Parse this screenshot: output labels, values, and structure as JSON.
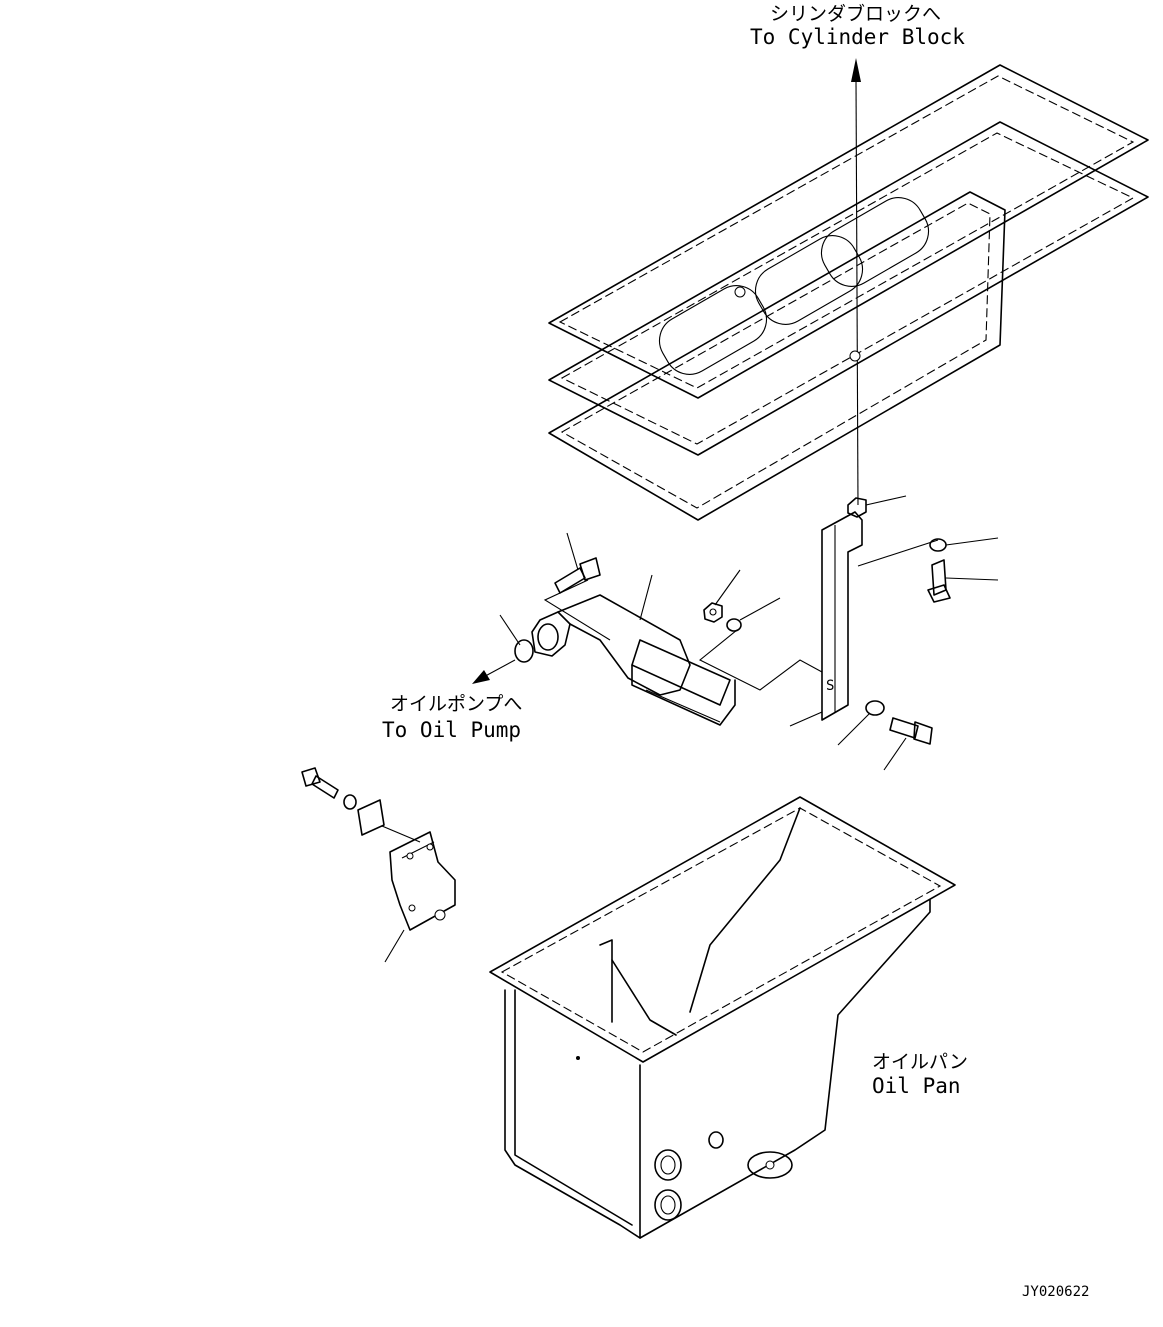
{
  "labels": {
    "cylinder_block_jp": "シリンダブロックへ",
    "cylinder_block_en": "To Cylinder Block",
    "oil_pump_jp": "オイルポンプへ",
    "oil_pump_en": "To Oil Pump",
    "oil_pan_jp": "オイルパン",
    "oil_pan_en": "Oil Pan",
    "drawing_id": "JY020622"
  }
}
